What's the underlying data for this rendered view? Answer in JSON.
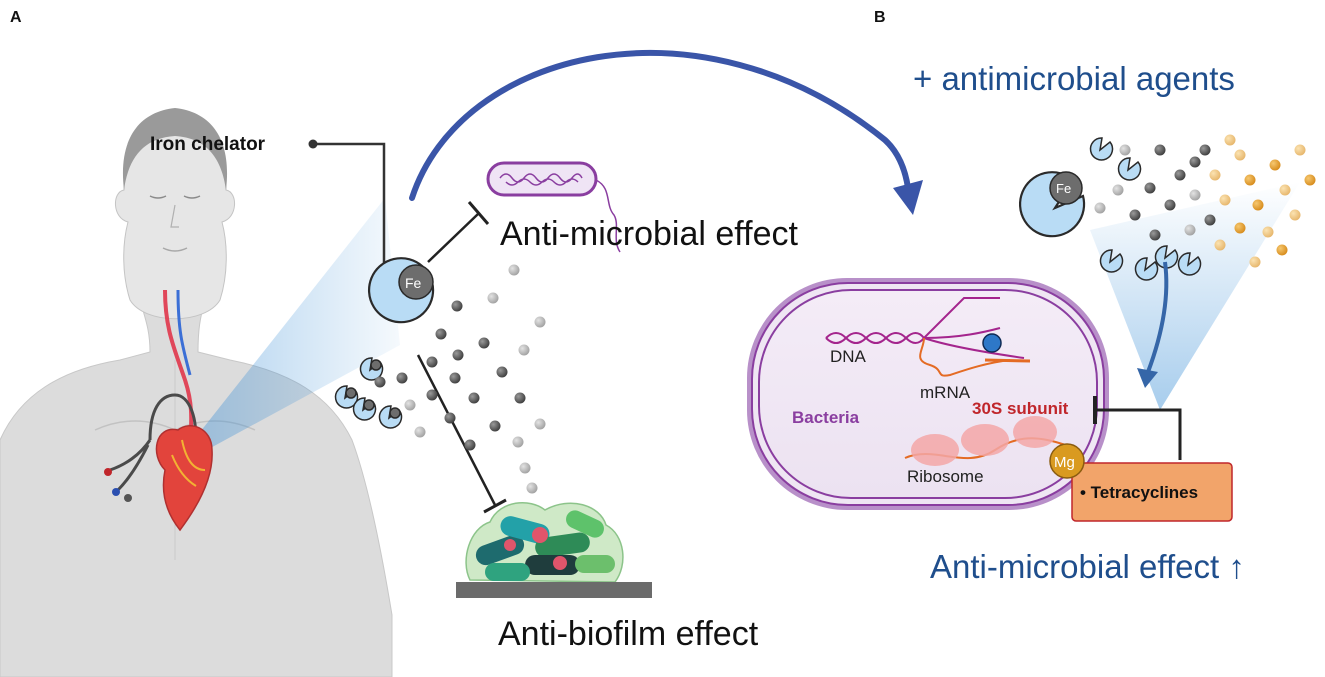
{
  "panels": {
    "a": "A",
    "b": "B"
  },
  "left": {
    "chelator_label": "Iron chelator",
    "fe": "Fe",
    "antimicrobial": "Anti-microbial effect",
    "antibiofilm": "Anti-biofilm effect"
  },
  "right": {
    "agents": "+ antimicrobial agents",
    "fe": "Fe",
    "dna": "DNA",
    "mrna": "mRNA",
    "bacteria": "Bacteria",
    "subunit": "30S subunit",
    "ribosome": "Ribosome",
    "mg": "Mg",
    "tetracyclines": "• Tetracyclines",
    "effect": "Anti-microbial effect ↑"
  },
  "colors": {
    "navy": "#1f4e8c",
    "arrow_blue": "#3a55a8",
    "purple": "#8a3ea0",
    "red": "#c0262b",
    "orange": "#f2a46a",
    "chelator_blue": "#b9dcf5",
    "fe_gray": "#6d6d6d"
  }
}
